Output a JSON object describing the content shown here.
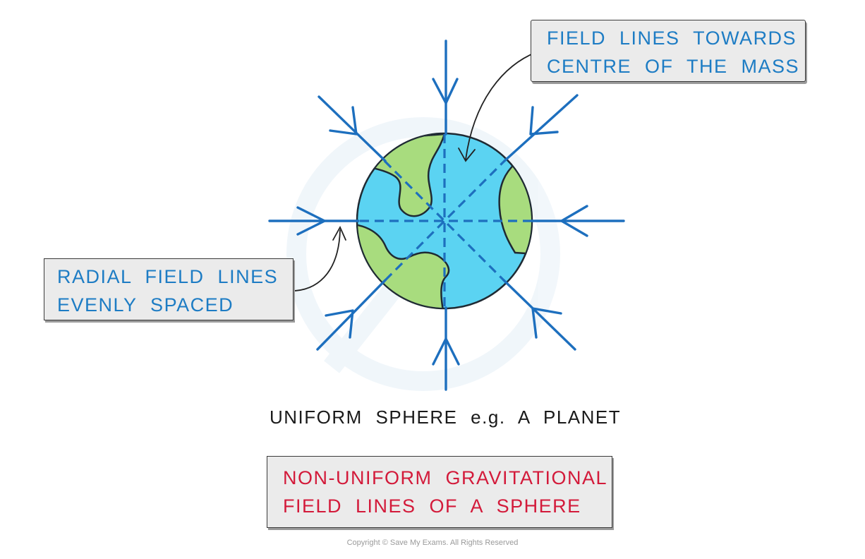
{
  "annotation_towards": {
    "line1": "FIELD LINES TOWARDS",
    "line2": "CENTRE OF THE MASS"
  },
  "annotation_radial": {
    "line1": "RADIAL FIELD LINES",
    "line2": "EVENLY SPACED"
  },
  "caption": "UNIFORM SPHERE e.g. A PLANET",
  "title_box": {
    "line1": "NON-UNIFORM GRAVITATIONAL",
    "line2": "FIELD LINES OF A SPHERE"
  },
  "copyright": "Copyright © Save My Exams. All Rights Reserved",
  "colors": {
    "field_line": "#1d6fbe",
    "ocean": "#5bd3f2",
    "land": "#a8dc7e",
    "annotation_text": "#1d7cc4",
    "title_text": "#d31a3a",
    "box_fill": "#ebebeb"
  }
}
